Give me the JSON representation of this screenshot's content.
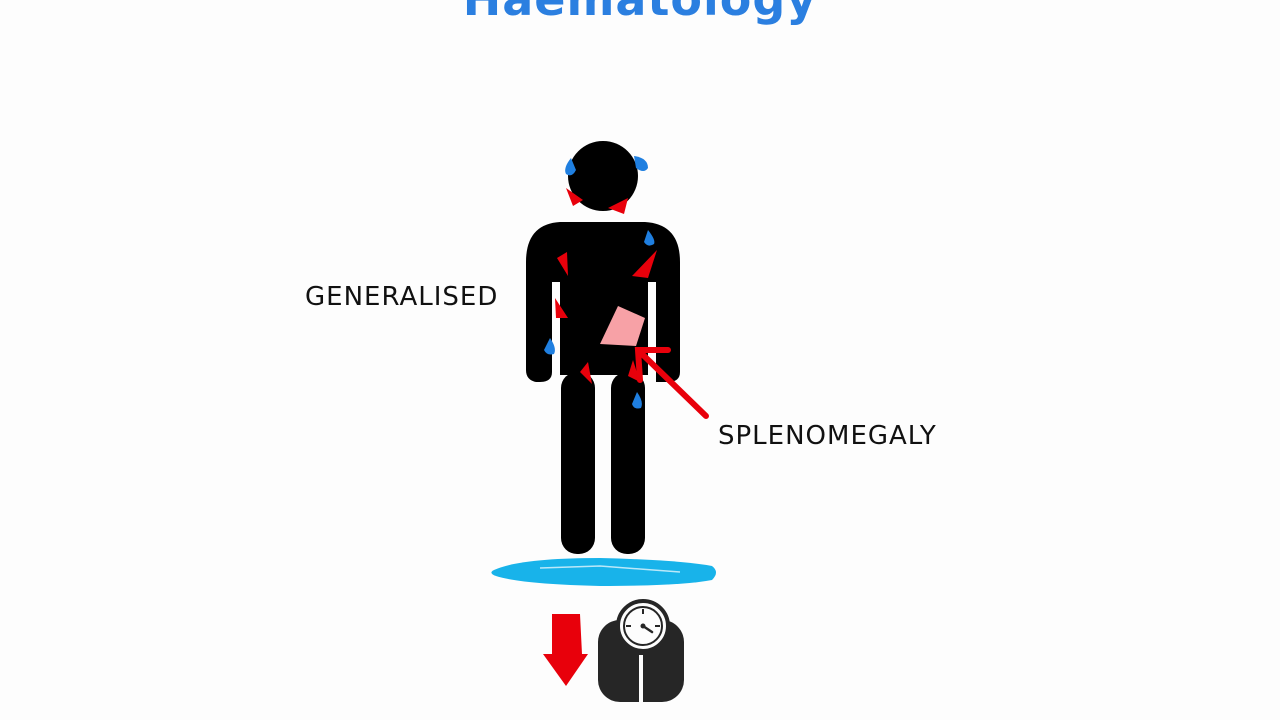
{
  "title": "Haematology",
  "labels": {
    "generalised": "GENERALISED",
    "splenomegaly": "SPLENOMEGALY"
  },
  "icons": [
    "person-silhouette-icon",
    "sweat-drop-icon",
    "lymph-node-icon",
    "spleen-icon",
    "sweat-puddle-icon",
    "down-arrow-icon",
    "weighing-scale-icon"
  ],
  "colors": {
    "title": "#2b7fe0",
    "lymph_nodes": "#e8000b",
    "sweat_drops": "#1f7fe0",
    "puddle": "#18b3ea",
    "spleen": "#f7a1a6",
    "arrow": "#e8000b",
    "scale": "#262626"
  }
}
